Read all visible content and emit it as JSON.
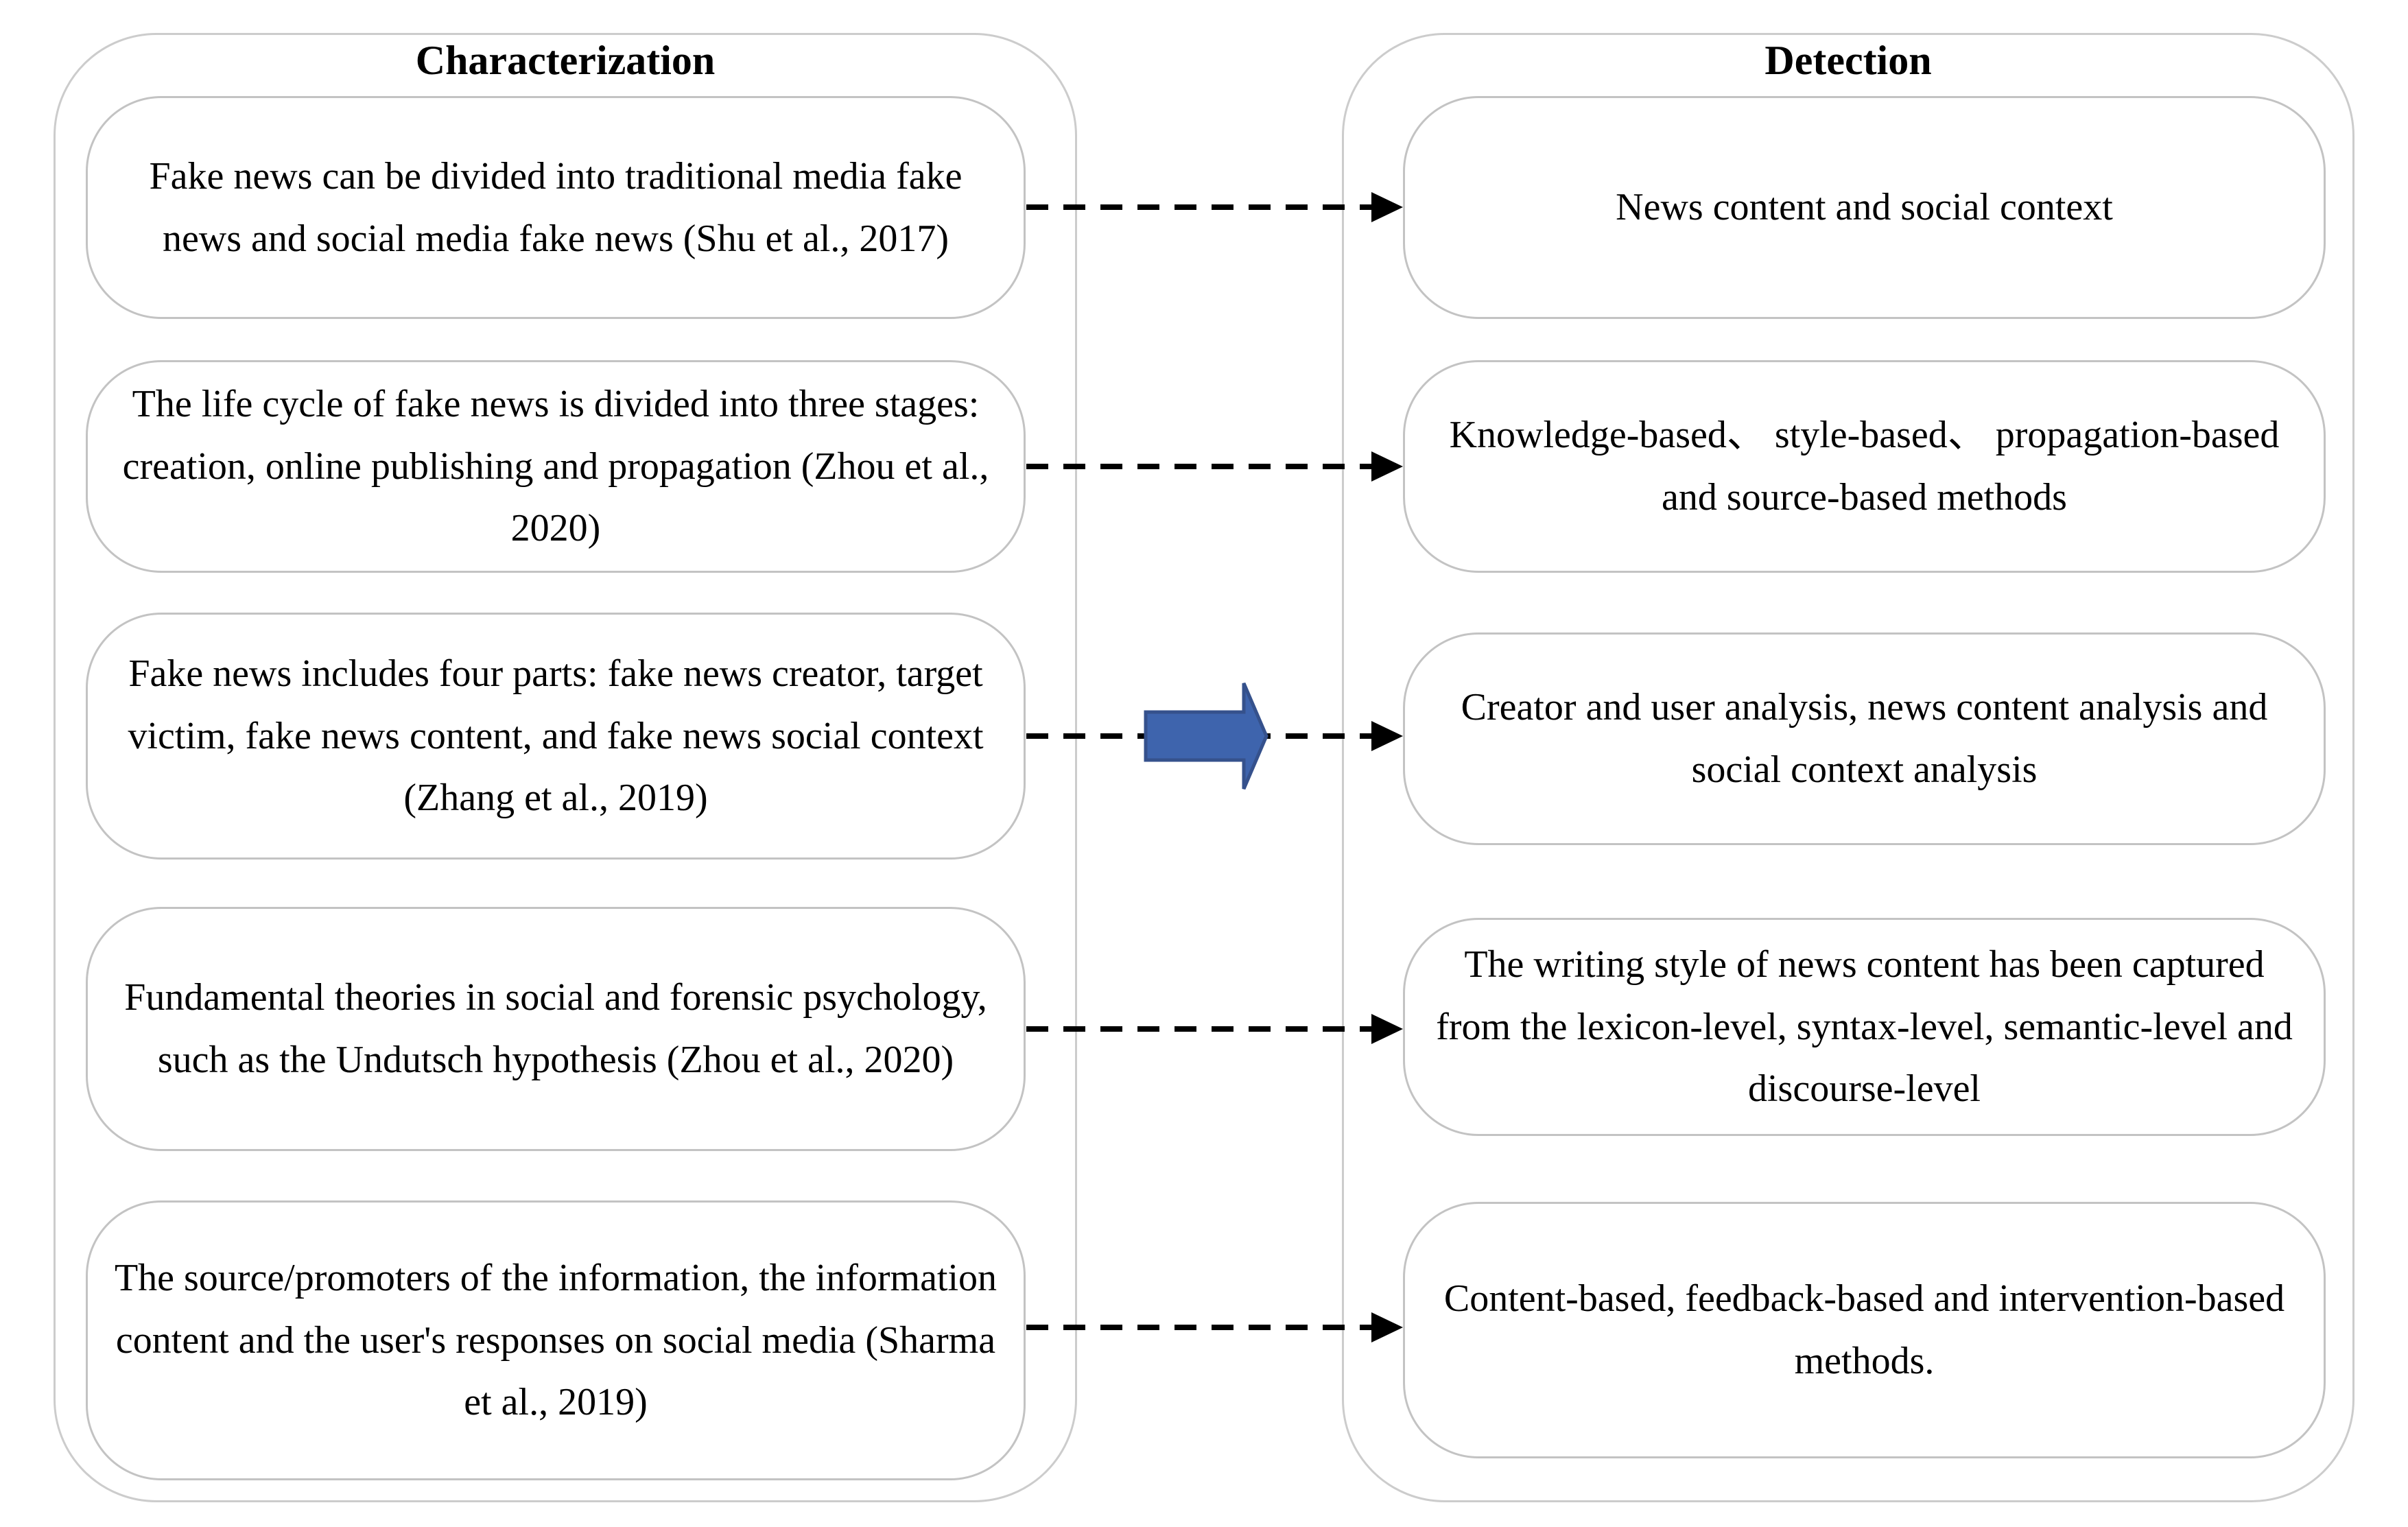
{
  "diagram": {
    "columns": {
      "characterization": {
        "title": "Characterization"
      },
      "detection": {
        "title": "Detection"
      }
    },
    "rows": [
      {
        "left": "Fake news can be divided into traditional media fake news and social media fake news (Shu et al., 2017)",
        "right": "News content and social context",
        "connector": "dashed-arrow"
      },
      {
        "left": "The life cycle of fake news is divided into three stages: creation, online publishing and propagation (Zhou et al., 2020)",
        "right": "Knowledge-based、 style-based、 propagation-based and source-based methods",
        "connector": "dashed-arrow"
      },
      {
        "left": "Fake news includes four parts: fake news creator, target victim, fake news content, and fake news social context (Zhang et al., 2019)",
        "right": "Creator and user analysis, news content analysis and social context analysis",
        "connector": "dashed-arrow-with-block-arrow"
      },
      {
        "left": "Fundamental theories in social and forensic psychology, such as the Undutsch hypothesis (Zhou et al., 2020)",
        "right": "The writing style of news content has been captured from the lexicon-level, syntax-level, semantic-level and discourse-level",
        "connector": "dashed-arrow"
      },
      {
        "left": "The source/promoters of the information, the information content and the user's responses on social media (Sharma et al., 2019)",
        "right": "Content-based, feedback-based and intervention-based methods.",
        "connector": "dashed-arrow"
      }
    ],
    "colors": {
      "text": "#000000",
      "arrow": "#000000",
      "box_border": "#c3c3c3",
      "outer_border": "#cccccc",
      "block_arrow_fill": "#3e64ad",
      "block_arrow_stroke": "#35518c"
    }
  }
}
